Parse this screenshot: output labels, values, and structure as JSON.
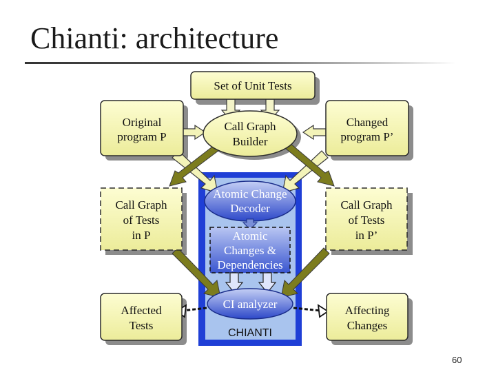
{
  "slide": {
    "title": "Chianti: architecture",
    "page_number": "60"
  },
  "diagram": {
    "nodes": {
      "unit_tests": {
        "lines": [
          "Set of Unit Tests"
        ]
      },
      "original_program": {
        "lines": [
          "Original",
          "program P"
        ]
      },
      "changed_program": {
        "lines": [
          "Changed",
          "program P’"
        ]
      },
      "call_graph_builder": {
        "lines": [
          "Call Graph",
          "Builder"
        ]
      },
      "call_graph_p": {
        "lines": [
          "Call Graph",
          "of Tests",
          "in P"
        ]
      },
      "call_graph_p_prime": {
        "lines": [
          "Call Graph",
          "of Tests",
          "in P’"
        ]
      },
      "atomic_change_decoder": {
        "lines": [
          "Atomic Change",
          "Decoder"
        ]
      },
      "atomic_changes_deps": {
        "lines": [
          "Atomic",
          "Changes &",
          "Dependencies"
        ]
      },
      "ci_analyzer": {
        "lines": [
          "CI analyzer"
        ]
      },
      "affected_tests": {
        "lines": [
          "Affected",
          "Tests"
        ]
      },
      "affecting_changes": {
        "lines": [
          "Affecting",
          "Changes"
        ]
      }
    },
    "container_label": "CHIANTI"
  },
  "colors": {
    "node_fill_top": "#fdfdd2",
    "node_fill_bottom": "#ecec9a",
    "node_stroke": "#2b2b2b",
    "shadow": "#8c8c8c",
    "chianti_fill": "#a9c4ee",
    "chianti_border": "#1f3fd6",
    "blue_node_top": "#b9c6f2",
    "blue_node_bottom": "#2d48c9",
    "arrow_olive": "#7c7c1e",
    "arrow_light": "#eef0c8"
  }
}
